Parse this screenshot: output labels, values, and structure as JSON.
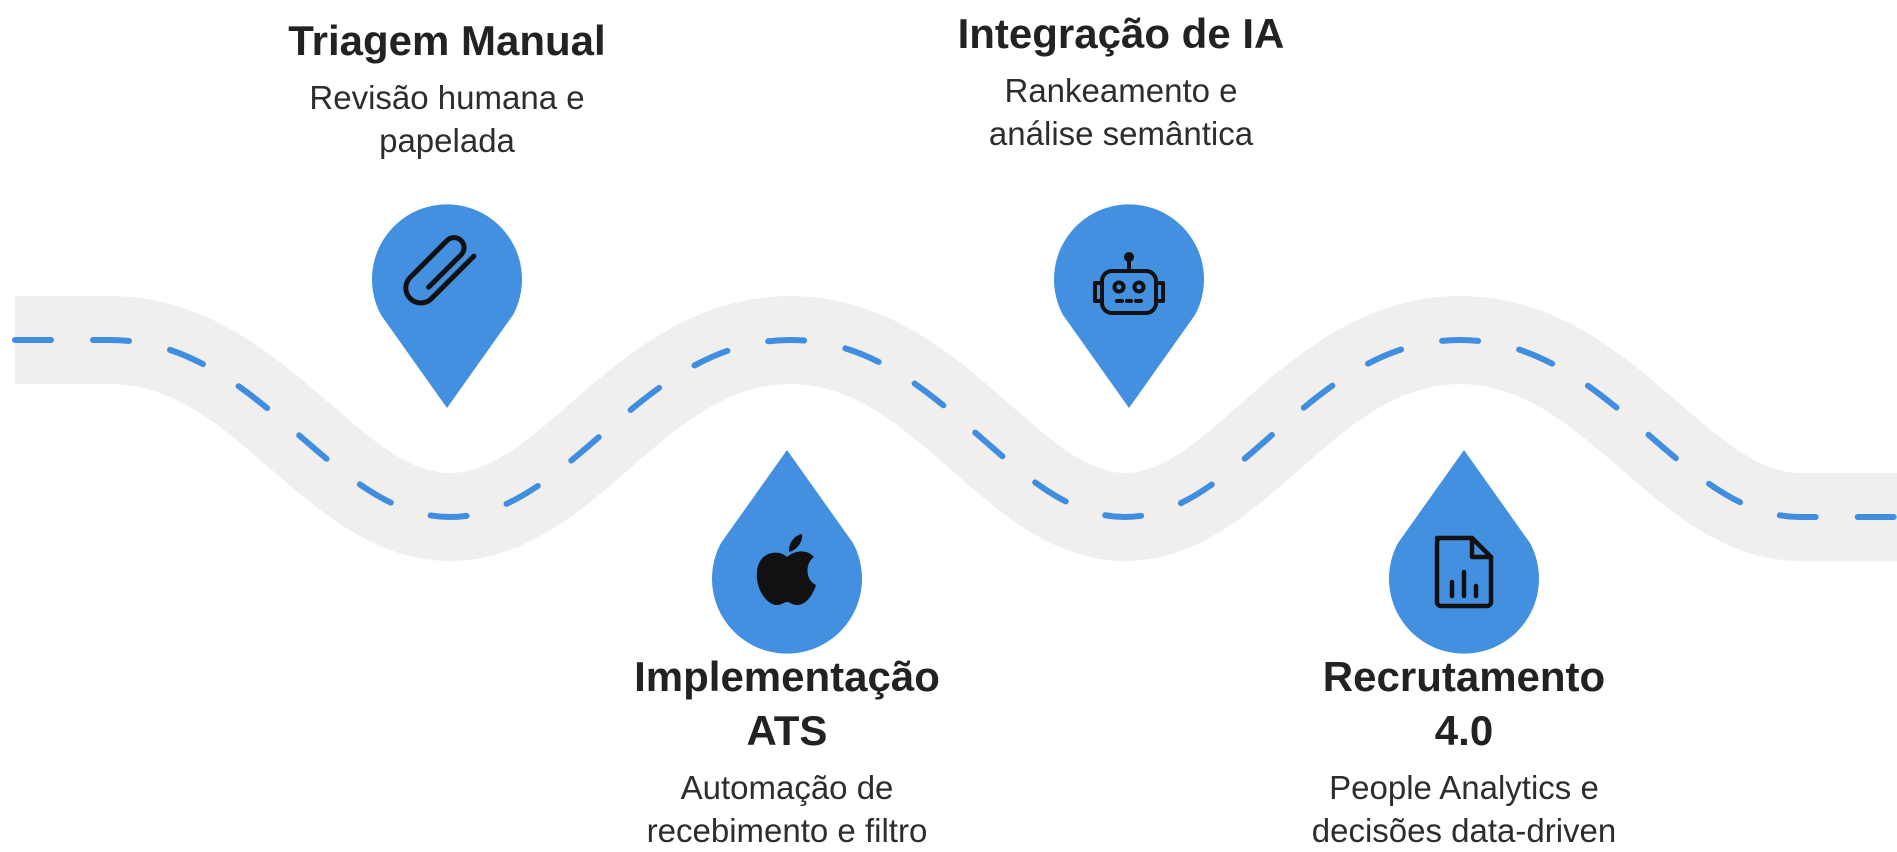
{
  "colors": {
    "road": "#f1eeee",
    "dash": "#3f8ee0",
    "pin": "#4390e0",
    "icon": "#111111",
    "title_text": "#222222",
    "body_text": "#2d2d2d"
  },
  "milestones": [
    {
      "title": "Triagem Manual",
      "description": "Revisão humana e\npapelada",
      "icon": "paperclip-icon"
    },
    {
      "title": "Implementação\nATS",
      "description": "Automação de\nrecebimento e filtro",
      "icon": "apple-icon"
    },
    {
      "title": "Integração de IA",
      "description": "Rankeamento e\nanálise semântica",
      "icon": "robot-icon"
    },
    {
      "title": "Recrutamento\n4.0",
      "description": "People Analytics e\ndecisões data-driven",
      "icon": "chart-document-icon"
    }
  ]
}
